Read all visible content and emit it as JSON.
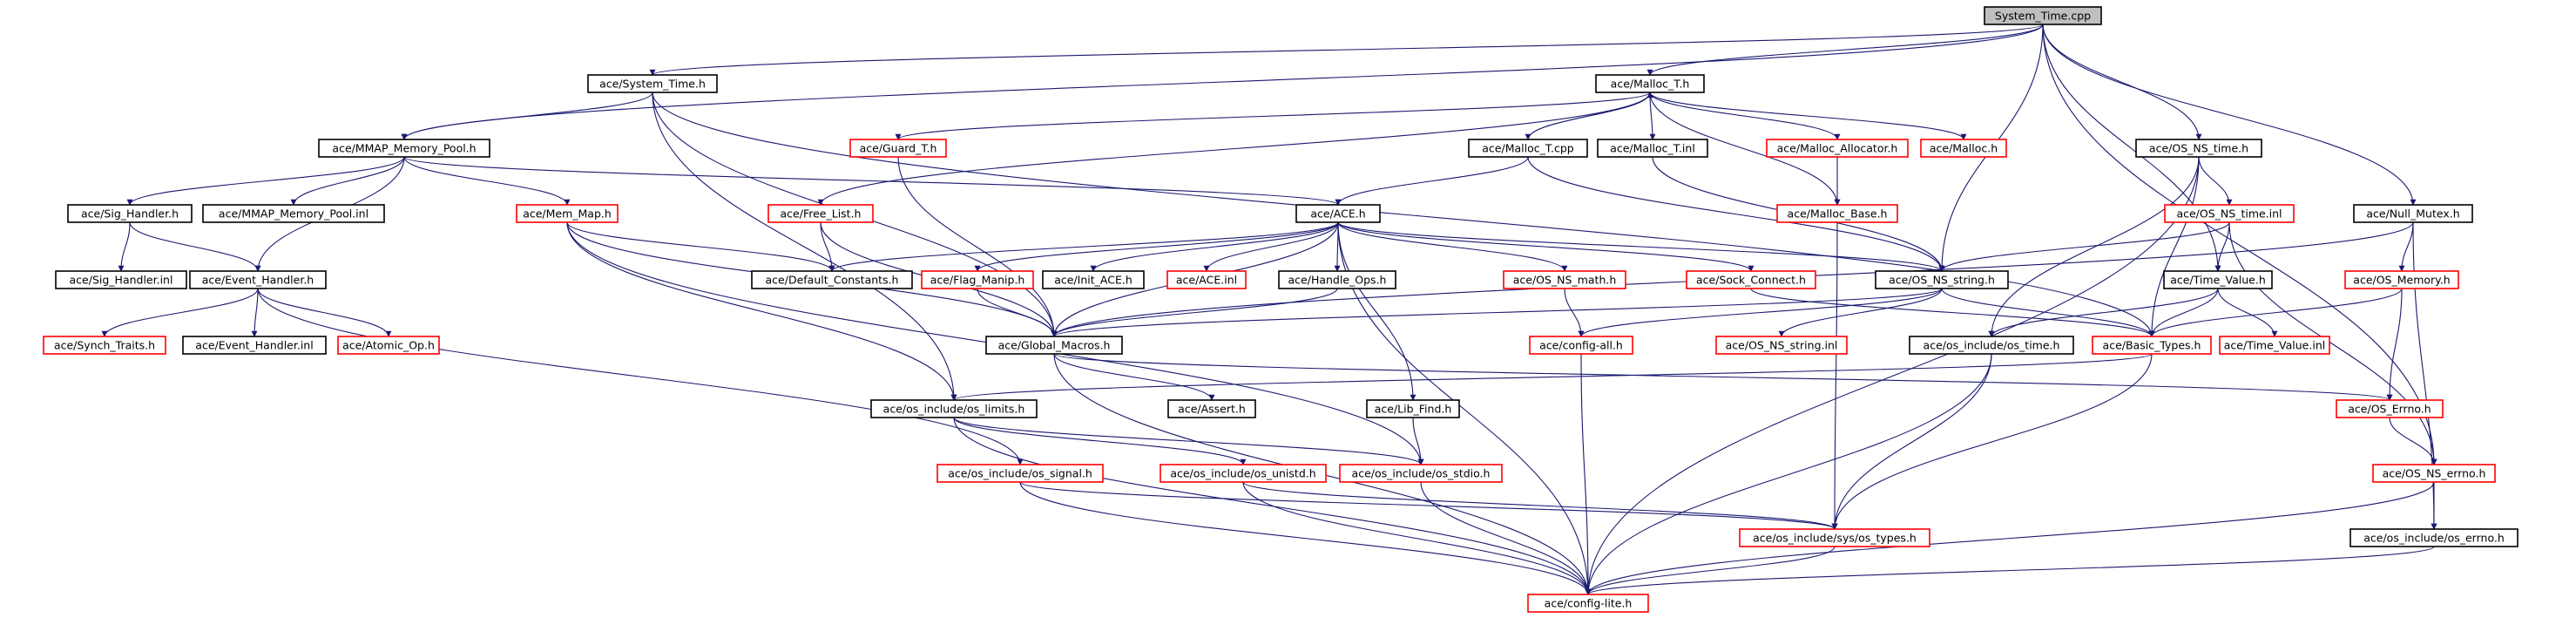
{
  "graph": {
    "nodes": [
      {
        "id": "root",
        "label": "System_Time.cpp",
        "style": "root"
      },
      {
        "id": "sys_time_h",
        "label": "ace/System_Time.h",
        "style": "black"
      },
      {
        "id": "malloc_t_h",
        "label": "ace/Malloc_T.h",
        "style": "black"
      },
      {
        "id": "mmap_pool_h",
        "label": "ace/MMAP_Memory_Pool.h",
        "style": "black"
      },
      {
        "id": "guard_t_h",
        "label": "ace/Guard_T.h",
        "style": "red"
      },
      {
        "id": "malloc_t_cpp",
        "label": "ace/Malloc_T.cpp",
        "style": "black"
      },
      {
        "id": "malloc_t_inl",
        "label": "ace/Malloc_T.inl",
        "style": "black"
      },
      {
        "id": "malloc_alloc_h",
        "label": "ace/Malloc_Allocator.h",
        "style": "red"
      },
      {
        "id": "malloc_h",
        "label": "ace/Malloc.h",
        "style": "red"
      },
      {
        "id": "os_ns_time_h",
        "label": "ace/OS_NS_time.h",
        "style": "black"
      },
      {
        "id": "sig_handler_h",
        "label": "ace/Sig_Handler.h",
        "style": "black"
      },
      {
        "id": "mmap_pool_inl",
        "label": "ace/MMAP_Memory_Pool.inl",
        "style": "black"
      },
      {
        "id": "mem_map_h",
        "label": "ace/Mem_Map.h",
        "style": "red"
      },
      {
        "id": "free_list_h",
        "label": "ace/Free_List.h",
        "style": "red"
      },
      {
        "id": "ace_h",
        "label": "ace/ACE.h",
        "style": "black"
      },
      {
        "id": "malloc_base_h",
        "label": "ace/Malloc_Base.h",
        "style": "red"
      },
      {
        "id": "os_ns_time_inl",
        "label": "ace/OS_NS_time.inl",
        "style": "red"
      },
      {
        "id": "null_mutex_h",
        "label": "ace/Null_Mutex.h",
        "style": "black"
      },
      {
        "id": "sig_handler_inl",
        "label": "ace/Sig_Handler.inl",
        "style": "black"
      },
      {
        "id": "event_handler_h",
        "label": "ace/Event_Handler.h",
        "style": "black"
      },
      {
        "id": "default_constants_h",
        "label": "ace/Default_Constants.h",
        "style": "black"
      },
      {
        "id": "flag_manip_h",
        "label": "ace/Flag_Manip.h",
        "style": "red"
      },
      {
        "id": "init_ace_h",
        "label": "ace/Init_ACE.h",
        "style": "black"
      },
      {
        "id": "ace_inl",
        "label": "ace/ACE.inl",
        "style": "red"
      },
      {
        "id": "handle_ops_h",
        "label": "ace/Handle_Ops.h",
        "style": "black"
      },
      {
        "id": "os_ns_math_h",
        "label": "ace/OS_NS_math.h",
        "style": "red"
      },
      {
        "id": "sock_connect_h",
        "label": "ace/Sock_Connect.h",
        "style": "red"
      },
      {
        "id": "os_ns_string_h",
        "label": "ace/OS_NS_string.h",
        "style": "black"
      },
      {
        "id": "time_value_h",
        "label": "ace/Time_Value.h",
        "style": "black"
      },
      {
        "id": "os_memory_h",
        "label": "ace/OS_Memory.h",
        "style": "red"
      },
      {
        "id": "synch_traits_h",
        "label": "ace/Synch_Traits.h",
        "style": "red"
      },
      {
        "id": "event_handler_inl",
        "label": "ace/Event_Handler.inl",
        "style": "black"
      },
      {
        "id": "atomic_op_h",
        "label": "ace/Atomic_Op.h",
        "style": "red"
      },
      {
        "id": "global_macros_h",
        "label": "ace/Global_Macros.h",
        "style": "black"
      },
      {
        "id": "config_all_h",
        "label": "ace/config-all.h",
        "style": "red"
      },
      {
        "id": "os_ns_string_inl",
        "label": "ace/OS_NS_string.inl",
        "style": "red"
      },
      {
        "id": "os_time_h",
        "label": "ace/os_include/os_time.h",
        "style": "black"
      },
      {
        "id": "basic_types_h",
        "label": "ace/Basic_Types.h",
        "style": "red"
      },
      {
        "id": "time_value_inl",
        "label": "ace/Time_Value.inl",
        "style": "red"
      },
      {
        "id": "os_limits_h",
        "label": "ace/os_include/os_limits.h",
        "style": "black"
      },
      {
        "id": "assert_h",
        "label": "ace/Assert.h",
        "style": "black"
      },
      {
        "id": "lib_find_h",
        "label": "ace/Lib_Find.h",
        "style": "black"
      },
      {
        "id": "os_errno_h",
        "label": "ace/OS_Errno.h",
        "style": "red"
      },
      {
        "id": "os_signal_h",
        "label": "ace/os_include/os_signal.h",
        "style": "red"
      },
      {
        "id": "os_unistd_h",
        "label": "ace/os_include/os_unistd.h",
        "style": "red"
      },
      {
        "id": "os_stdio_h",
        "label": "ace/os_include/os_stdio.h",
        "style": "red"
      },
      {
        "id": "os_ns_errno_h",
        "label": "ace/OS_NS_errno.h",
        "style": "red"
      },
      {
        "id": "sys_os_types_h",
        "label": "ace/os_include/sys/os_types.h",
        "style": "red"
      },
      {
        "id": "os_include_os_errno_h",
        "label": "ace/os_include/os_errno.h",
        "style": "black"
      },
      {
        "id": "config_lite_h",
        "label": "ace/config-lite.h",
        "style": "red"
      }
    ],
    "edges": [
      [
        "root",
        "sys_time_h"
      ],
      [
        "root",
        "malloc_t_h"
      ],
      [
        "root",
        "mmap_pool_h"
      ],
      [
        "root",
        "os_ns_time_h"
      ],
      [
        "root",
        "null_mutex_h"
      ],
      [
        "root",
        "time_value_h"
      ],
      [
        "root",
        "os_ns_string_h"
      ],
      [
        "root",
        "os_ns_errno_h"
      ],
      [
        "sys_time_h",
        "mmap_pool_h"
      ],
      [
        "sys_time_h",
        "global_macros_h"
      ],
      [
        "sys_time_h",
        "os_limits_h"
      ],
      [
        "sys_time_h",
        "basic_types_h"
      ],
      [
        "malloc_t_h",
        "guard_t_h"
      ],
      [
        "malloc_t_h",
        "malloc_t_cpp"
      ],
      [
        "malloc_t_h",
        "malloc_t_inl"
      ],
      [
        "malloc_t_h",
        "malloc_alloc_h"
      ],
      [
        "malloc_t_h",
        "malloc_h"
      ],
      [
        "malloc_t_h",
        "free_list_h"
      ],
      [
        "malloc_t_h",
        "malloc_base_h"
      ],
      [
        "malloc_t_cpp",
        "malloc_t_h"
      ],
      [
        "malloc_t_cpp",
        "ace_h"
      ],
      [
        "malloc_t_cpp",
        "os_ns_string_h"
      ],
      [
        "malloc_t_inl",
        "os_ns_string_h"
      ],
      [
        "malloc_alloc_h",
        "malloc_base_h"
      ],
      [
        "malloc_base_h",
        "sys_os_types_h"
      ],
      [
        "guard_t_h",
        "global_macros_h"
      ],
      [
        "mmap_pool_h",
        "sig_handler_h"
      ],
      [
        "mmap_pool_h",
        "mmap_pool_inl"
      ],
      [
        "mmap_pool_h",
        "mem_map_h"
      ],
      [
        "mmap_pool_h",
        "event_handler_h"
      ],
      [
        "mmap_pool_h",
        "ace_h"
      ],
      [
        "sig_handler_h",
        "sig_handler_inl"
      ],
      [
        "sig_handler_h",
        "event_handler_h"
      ],
      [
        "event_handler_h",
        "synch_traits_h"
      ],
      [
        "event_handler_h",
        "event_handler_inl"
      ],
      [
        "event_handler_h",
        "atomic_op_h"
      ],
      [
        "event_handler_h",
        "os_signal_h"
      ],
      [
        "mem_map_h",
        "default_constants_h"
      ],
      [
        "mem_map_h",
        "global_macros_h"
      ],
      [
        "mem_map_h",
        "os_limits_h"
      ],
      [
        "mem_map_h",
        "os_stdio_h"
      ],
      [
        "free_list_h",
        "default_constants_h"
      ],
      [
        "free_list_h",
        "global_macros_h"
      ],
      [
        "ace_h",
        "default_constants_h"
      ],
      [
        "ace_h",
        "flag_manip_h"
      ],
      [
        "ace_h",
        "init_ace_h"
      ],
      [
        "ace_h",
        "ace_inl"
      ],
      [
        "ace_h",
        "handle_ops_h"
      ],
      [
        "ace_h",
        "os_ns_math_h"
      ],
      [
        "ace_h",
        "sock_connect_h"
      ],
      [
        "ace_h",
        "lib_find_h"
      ],
      [
        "ace_h",
        "global_macros_h"
      ],
      [
        "ace_h",
        "os_ns_string_h"
      ],
      [
        "ace_h",
        "config_lite_h"
      ],
      [
        "flag_manip_h",
        "global_macros_h"
      ],
      [
        "handle_ops_h",
        "global_macros_h"
      ],
      [
        "os_ns_math_h",
        "config_all_h"
      ],
      [
        "sock_connect_h",
        "basic_types_h"
      ],
      [
        "os_ns_string_h",
        "config_all_h"
      ],
      [
        "os_ns_string_h",
        "os_ns_string_inl"
      ],
      [
        "os_ns_string_h",
        "basic_types_h"
      ],
      [
        "os_ns_string_h",
        "global_macros_h"
      ],
      [
        "os_ns_time_h",
        "os_ns_time_inl"
      ],
      [
        "os_ns_time_h",
        "os_time_h"
      ],
      [
        "os_ns_time_h",
        "basic_types_h"
      ],
      [
        "os_ns_time_h",
        "config_lite_h"
      ],
      [
        "os_ns_time_inl",
        "time_value_h"
      ],
      [
        "os_ns_time_inl",
        "os_ns_errno_h"
      ],
      [
        "os_ns_time_inl",
        "os_ns_string_h"
      ],
      [
        "time_value_h",
        "time_value_inl"
      ],
      [
        "time_value_h",
        "basic_types_h"
      ],
      [
        "time_value_h",
        "os_time_h"
      ],
      [
        "null_mutex_h",
        "os_memory_h"
      ],
      [
        "null_mutex_h",
        "global_macros_h"
      ],
      [
        "null_mutex_h",
        "os_include_os_errno_h"
      ],
      [
        "os_memory_h",
        "basic_types_h"
      ],
      [
        "os_memory_h",
        "os_errno_h"
      ],
      [
        "global_macros_h",
        "assert_h"
      ],
      [
        "global_macros_h",
        "config_lite_h"
      ],
      [
        "global_macros_h",
        "os_errno_h"
      ],
      [
        "config_all_h",
        "config_lite_h"
      ],
      [
        "os_time_h",
        "sys_os_types_h"
      ],
      [
        "os_time_h",
        "config_lite_h"
      ],
      [
        "basic_types_h",
        "os_limits_h"
      ],
      [
        "basic_types_h",
        "sys_os_types_h"
      ],
      [
        "os_limits_h",
        "os_unistd_h"
      ],
      [
        "os_limits_h",
        "os_stdio_h"
      ],
      [
        "os_limits_h",
        "config_lite_h"
      ],
      [
        "lib_find_h",
        "os_stdio_h"
      ],
      [
        "os_errno_h",
        "os_ns_errno_h"
      ],
      [
        "os_signal_h",
        "sys_os_types_h"
      ],
      [
        "os_signal_h",
        "config_lite_h"
      ],
      [
        "os_unistd_h",
        "sys_os_types_h"
      ],
      [
        "os_unistd_h",
        "config_lite_h"
      ],
      [
        "os_stdio_h",
        "config_lite_h"
      ],
      [
        "os_ns_errno_h",
        "os_include_os_errno_h"
      ],
      [
        "os_ns_errno_h",
        "config_lite_h"
      ],
      [
        "sys_os_types_h",
        "config_lite_h"
      ],
      [
        "os_include_os_errno_h",
        "config_lite_h"
      ]
    ],
    "colors": {
      "edge": "#191970",
      "black_border": "#000000",
      "red_border": "#ff0000",
      "root_fill": "#bfbfbf"
    }
  }
}
